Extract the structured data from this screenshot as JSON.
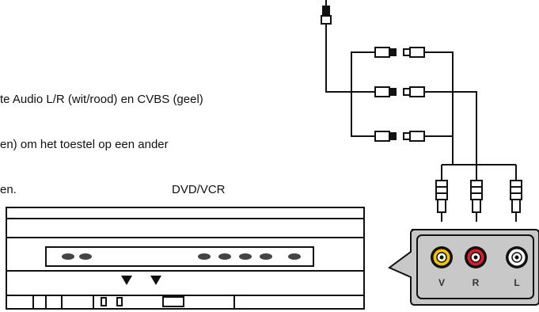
{
  "caption": {
    "line1": "te Audio L/R (wit/rood) en CVBS (geel)",
    "line2": "en) om het toestel op een ander",
    "line3": "en."
  },
  "device": {
    "label": "DVD/VCR"
  },
  "jacks": [
    {
      "label": "V",
      "color": "#f2c200"
    },
    {
      "label": "R",
      "color": "#d81e2a"
    },
    {
      "label": "L",
      "color": "#ffffff"
    }
  ],
  "colors": {
    "line": "#111111",
    "panel": "#c8c8c8"
  },
  "icons": [
    "rca-plug-icon",
    "rca-coupler-icon",
    "down-arrow-icon",
    "av-jack-icon"
  ]
}
